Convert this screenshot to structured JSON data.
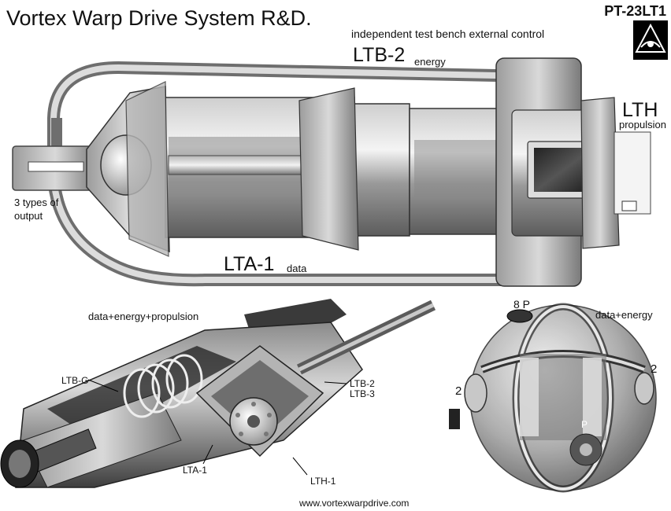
{
  "header": {
    "title": "Vortex Warp Drive System R&D.",
    "code": "PT-23LT1",
    "subtitle": "independent test bench external control"
  },
  "top_diagram": {
    "ltb2": "LTB-2",
    "ltb2_sub": "energy",
    "lth": "LTH",
    "lth_sub": "propulsion",
    "output": "3 types of\noutput",
    "lta1": "LTA-1",
    "lta1_sub": "data"
  },
  "bottom_left": {
    "caption": "data+energy+propulsion",
    "ltbg": "LTB-G",
    "ltb2": "LTB-2",
    "ltb3": "LTB-3",
    "lta1": "LTA-1",
    "lth1": "LTH-1"
  },
  "bottom_right": {
    "top_label": "8 P",
    "caption": "data+energy",
    "left_num": "2",
    "right_num": "2",
    "p_marker": "P"
  },
  "footer": {
    "url": "www.vortexwarpdrive.com"
  }
}
